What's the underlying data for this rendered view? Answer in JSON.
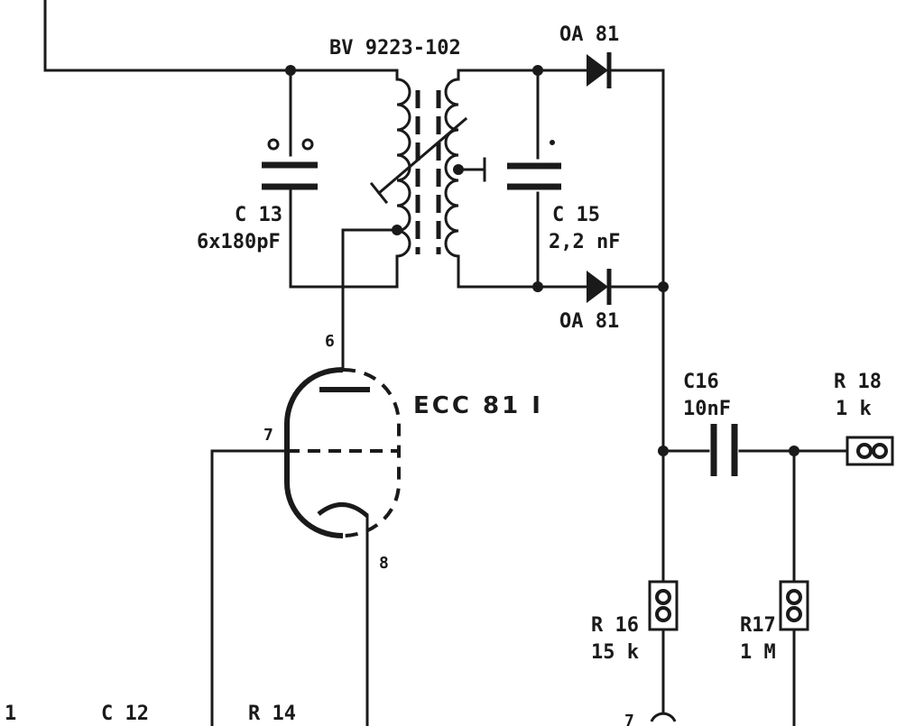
{
  "transformer": {
    "label": "BV 9223-102"
  },
  "diode_top": {
    "label": "OA 81"
  },
  "diode_bottom": {
    "label": "OA 81"
  },
  "c13": {
    "name": "C 13",
    "value": "6x180pF"
  },
  "c15": {
    "name": "C 15",
    "value": "2,2 nF"
  },
  "c16": {
    "name": "C16",
    "value": "10nF"
  },
  "r18": {
    "name": "R 18",
    "value": "1 k"
  },
  "r16": {
    "name": "R 16",
    "value": "15 k"
  },
  "r17": {
    "name": "R17",
    "value": "1 M"
  },
  "tube": {
    "label": "ECC 81 I",
    "pin_anode": "6",
    "pin_grid": "7",
    "pin_cathode": "8"
  },
  "bottom_labels": {
    "left_number": "1",
    "c12": "C 12",
    "r14": "R 14",
    "pin_7": "7"
  }
}
